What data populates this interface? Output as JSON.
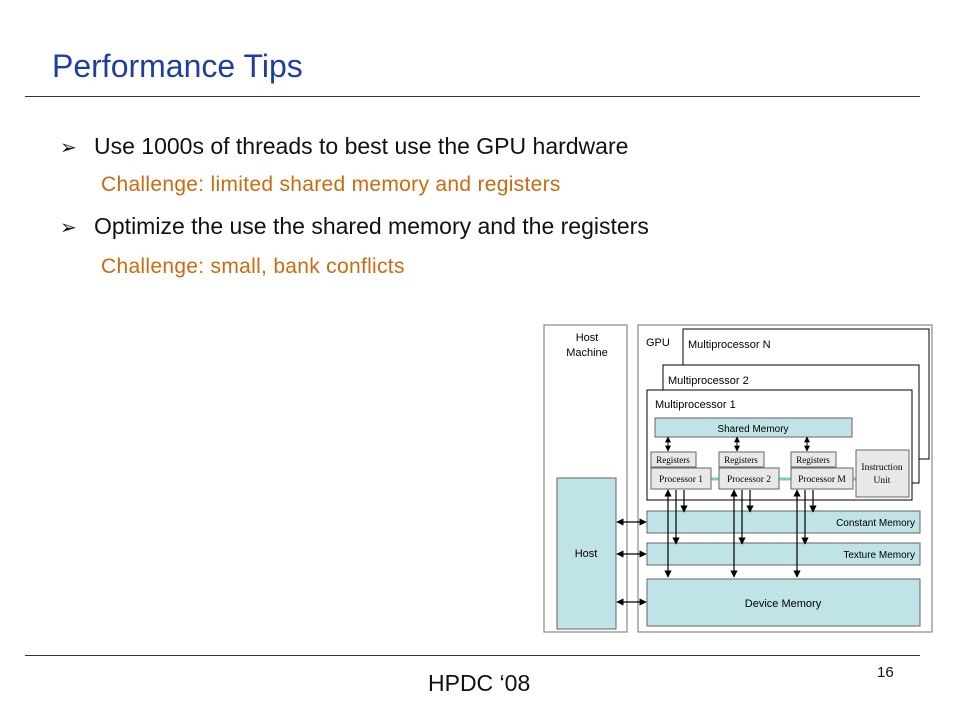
{
  "slide": {
    "title": "Performance Tips",
    "bullets": [
      {
        "text": "Use 1000s of threads to best use the GPU hardware",
        "challenge": "Challenge: limited shared memory and registers"
      },
      {
        "text": "Optimize the use the shared memory and the registers",
        "challenge": "Challenge: small, bank conflicts"
      }
    ],
    "bullet_marker": "➢",
    "footer": "HPDC ‘08",
    "page_number": "16"
  },
  "diagram": {
    "host_label_1": "Host",
    "host_label_2": "Machine",
    "host": "Host",
    "gpu": "GPU",
    "mp_n": "Multiprocessor N",
    "mp_2": "Multiprocessor 2",
    "mp_1": "Multiprocessor 1",
    "shared_memory": "Shared Memory",
    "registers": [
      "Registers",
      "Registers",
      "Registers"
    ],
    "processors": [
      "Processor  1",
      "Processor  2",
      "Processor  M"
    ],
    "instruction_unit_1": "Instruction",
    "instruction_unit_2": "Unit",
    "constant_memory": "Constant Memory",
    "texture_memory": "Texture Memory",
    "device_memory": "Device Memory"
  },
  "colors": {
    "title": "#1f3fa0",
    "challenge": "#cc6a10",
    "memory_fill": "#bfe3e6"
  }
}
